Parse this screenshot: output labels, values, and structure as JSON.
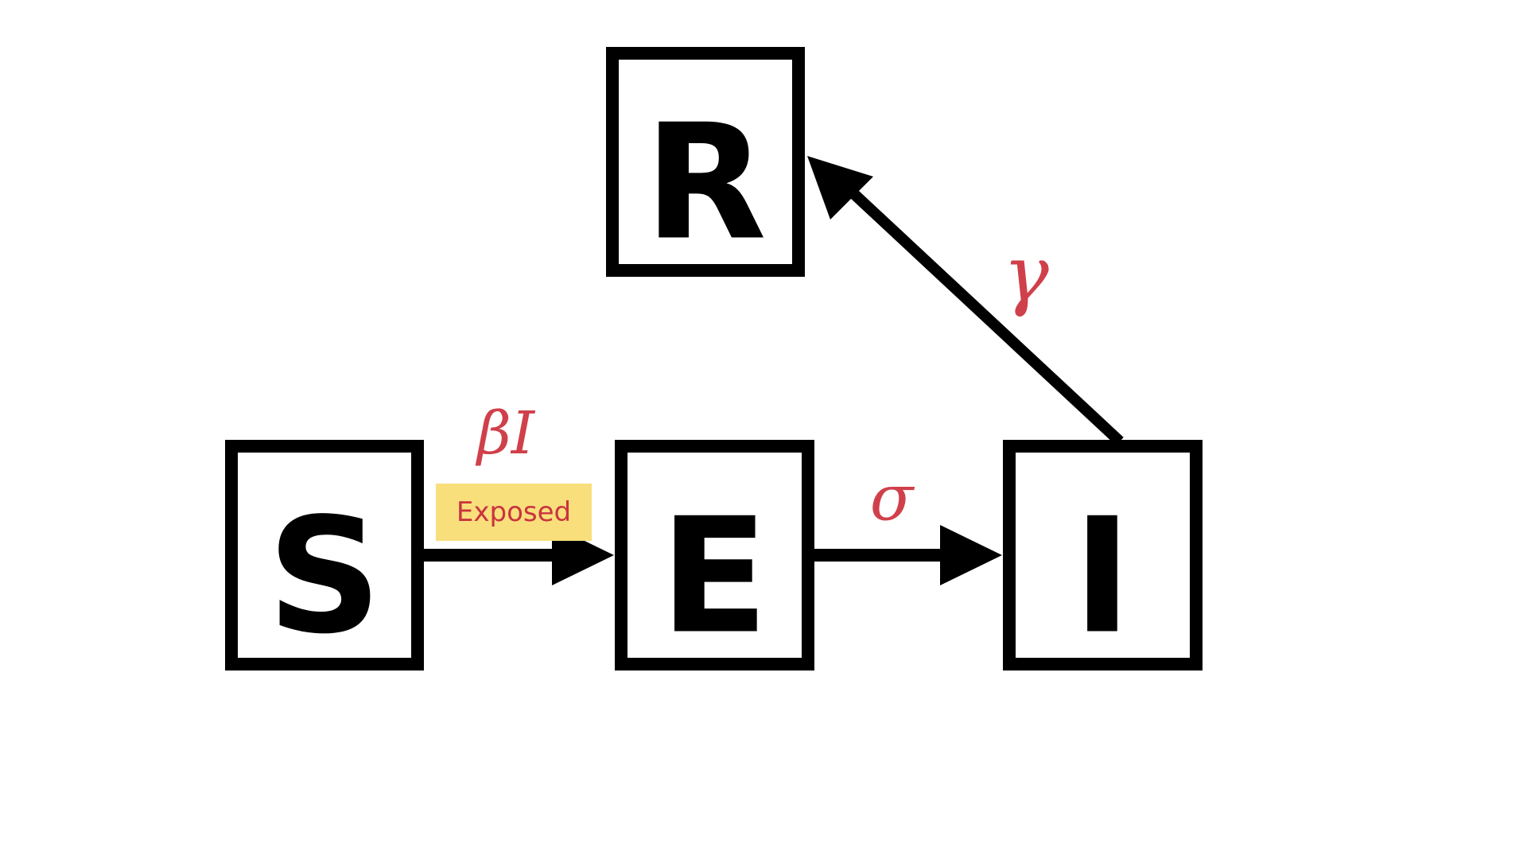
{
  "diagram": {
    "nodes": {
      "s": {
        "label": "S"
      },
      "e": {
        "label": "E"
      },
      "i": {
        "label": "I"
      },
      "r": {
        "label": "R"
      }
    },
    "edges": {
      "s_to_e": {
        "rate": "βI",
        "tag": "Exposed"
      },
      "e_to_i": {
        "rate": "σ"
      },
      "i_to_r": {
        "rate": "γ"
      }
    },
    "colors": {
      "rate_text": "#d0404a",
      "tag_text": "#c9343e",
      "tag_background": "#f8df7c",
      "stroke": "#000000"
    }
  }
}
